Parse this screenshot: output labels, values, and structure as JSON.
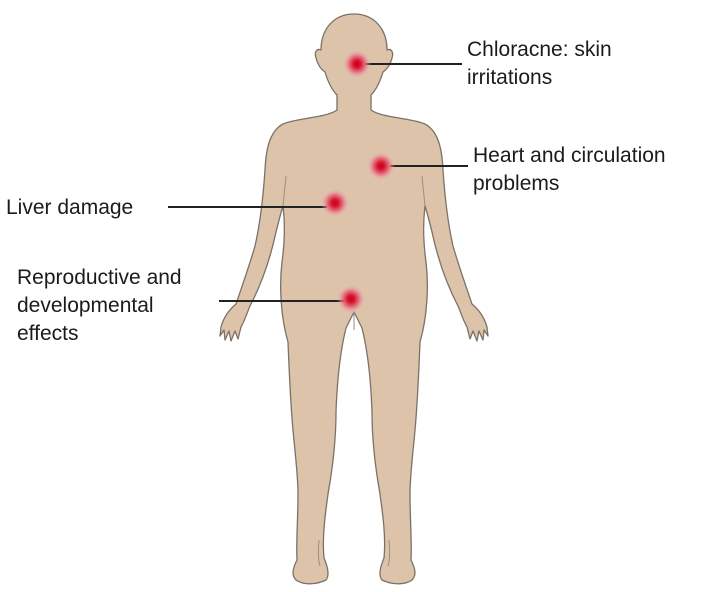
{
  "colors": {
    "skin": "#dcc3a9",
    "outline": "#7b7168",
    "spot_core": "#d6132c",
    "spot_glow": "#e06a7a",
    "leader_line": "#222222"
  },
  "labels": {
    "chloracne": [
      "Chloracne: skin",
      "irritations"
    ],
    "heart": [
      "Heart and circulation",
      "problems"
    ],
    "liver": [
      "Liver damage"
    ],
    "reproductive": [
      "Reproductive and",
      "developmental",
      "effects"
    ]
  }
}
